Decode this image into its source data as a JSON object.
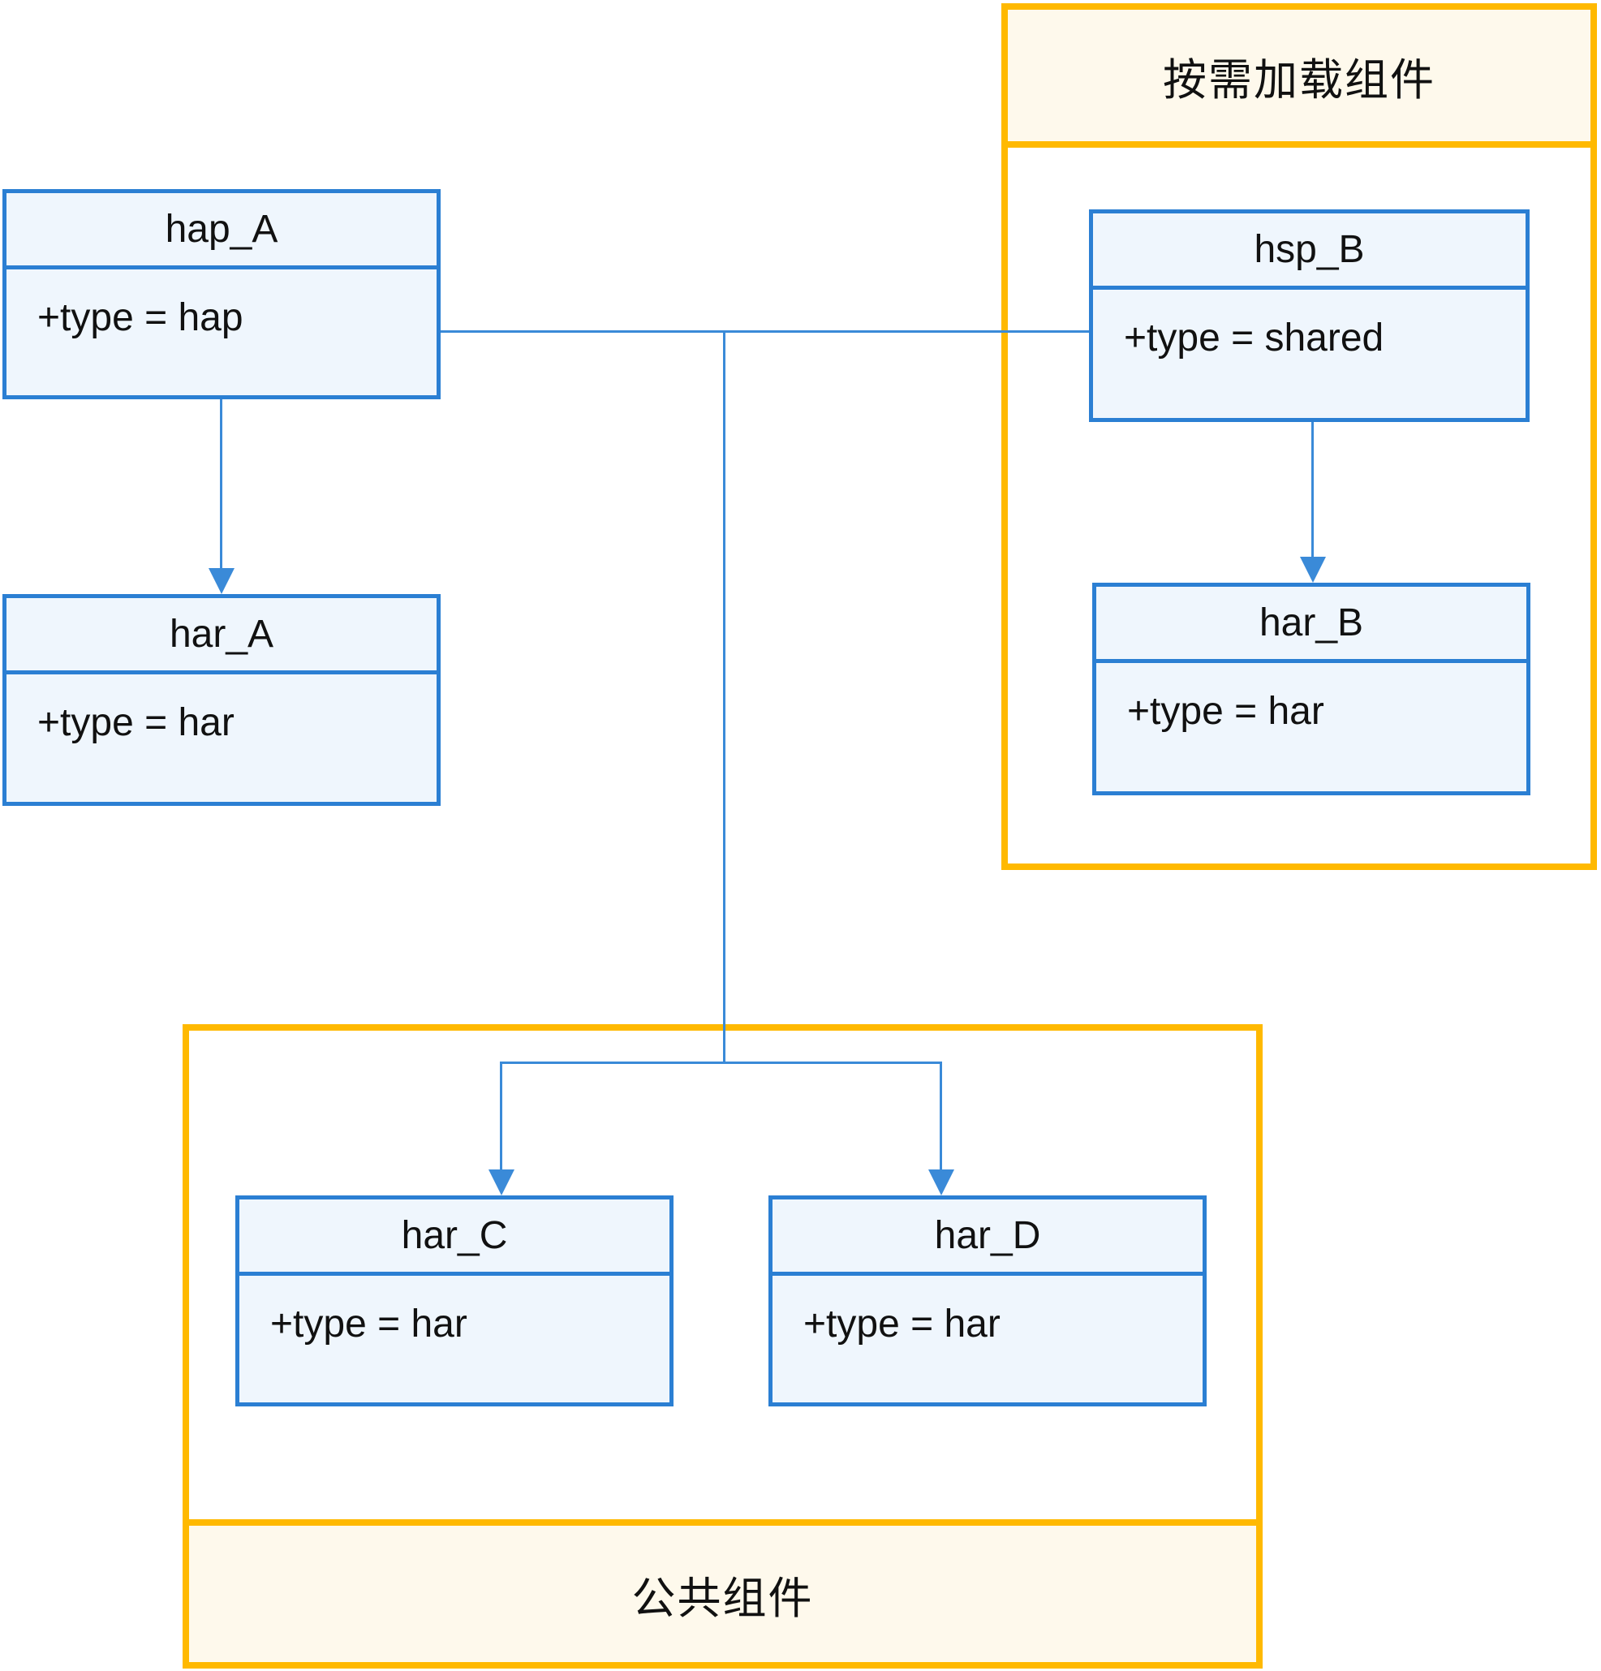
{
  "diagram": {
    "containers": {
      "on_demand": {
        "label": "按需加载组件"
      },
      "common": {
        "label": "公共组件"
      }
    },
    "nodes": {
      "hap_A": {
        "title": "hap_A",
        "attribute": "+type = hap"
      },
      "har_A": {
        "title": "har_A",
        "attribute": "+type = har"
      },
      "hsp_B": {
        "title": "hsp_B",
        "attribute": "+type = shared"
      },
      "har_B": {
        "title": "har_B",
        "attribute": "+type = har"
      },
      "har_C": {
        "title": "har_C",
        "attribute": "+type = har"
      },
      "har_D": {
        "title": "har_D",
        "attribute": "+type = har"
      }
    },
    "edges": [
      {
        "from": "hap_A",
        "to": "har_A",
        "style": "arrow"
      },
      {
        "from": "hsp_B",
        "to": "har_B",
        "style": "arrow"
      },
      {
        "from": "hap_A",
        "to": "hsp_B",
        "style": "plain"
      },
      {
        "from": "hap_A/hsp_B junction",
        "to": "har_C",
        "style": "arrow"
      },
      {
        "from": "hap_A/hsp_B junction",
        "to": "har_D",
        "style": "arrow"
      }
    ],
    "colors": {
      "node_border": "#2b7fd3",
      "node_fill": "#eff6fd",
      "connector": "#3a8ad8",
      "container_border": "#ffb900",
      "container_band_fill": "#fef9ec",
      "text": "#111111"
    }
  }
}
